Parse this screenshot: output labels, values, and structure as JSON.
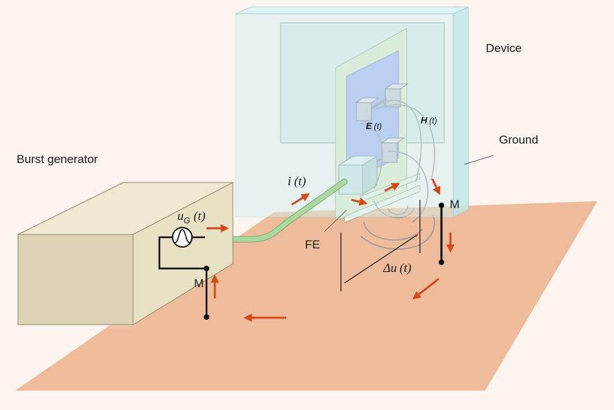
{
  "labels": {
    "device": "Device",
    "ground": "Ground",
    "burst_generator": "Burst generator",
    "current": "i (t)",
    "generator_voltage_symbol": "u",
    "generator_voltage_sub": "G",
    "generator_voltage_arg": "(t)",
    "e_field": "E",
    "e_field_arg": "(t)",
    "h_field": "H",
    "h_field_arg": "(t)",
    "fe": "FE",
    "delta_u_symbol": "Δu",
    "delta_u_arg": "(t)",
    "measure_left": "M",
    "measure_right": "M"
  },
  "colors": {
    "background": "#fbf4ef",
    "ground_plane": "#eebc9b",
    "device_box": "#cfeff2",
    "generator_box": "#e9e1c4",
    "cable": "#a9d8a0",
    "arrow": "#d24a1c",
    "pcb": "#e4edc8",
    "chip": "#a9b8f0"
  }
}
